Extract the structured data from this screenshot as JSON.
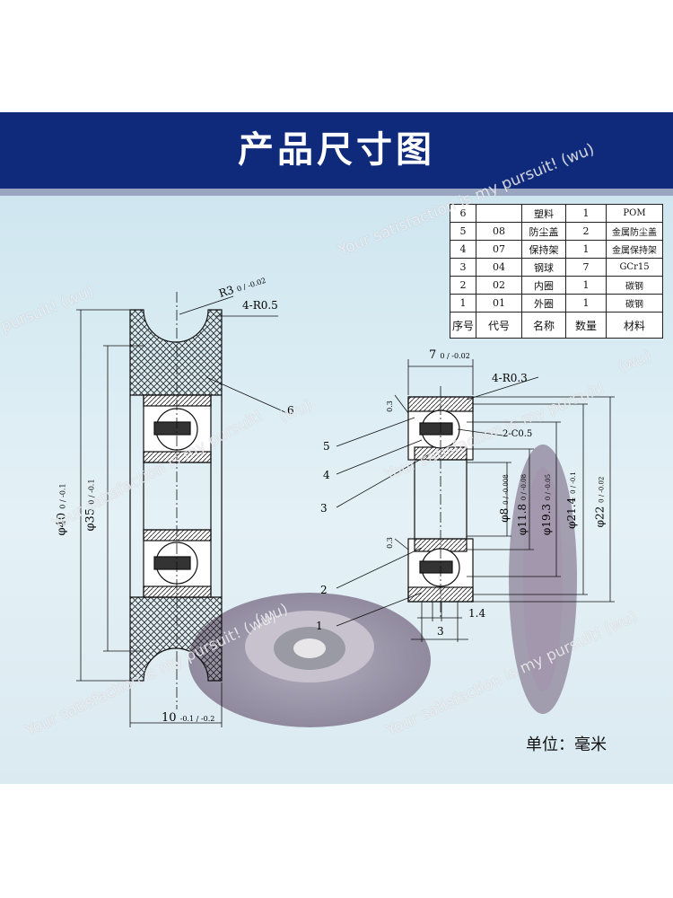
{
  "banner": {
    "title": "产品尺寸图"
  },
  "bom_table": {
    "rows": [
      {
        "seq": "6",
        "code": "",
        "name": "塑料",
        "qty": "1",
        "material": "POM"
      },
      {
        "seq": "5",
        "code": "08",
        "name": "防尘盖",
        "qty": "2",
        "material": "金属防尘盖"
      },
      {
        "seq": "4",
        "code": "07",
        "name": "保持架",
        "qty": "1",
        "material": "金属保持架"
      },
      {
        "seq": "3",
        "code": "04",
        "name": "钢球",
        "qty": "7",
        "material": "GCr15"
      },
      {
        "seq": "2",
        "code": "02",
        "name": "内圈",
        "qty": "1",
        "material": "碳钢"
      },
      {
        "seq": "1",
        "code": "01",
        "name": "外圈",
        "qty": "1",
        "material": "碳钢"
      }
    ],
    "header": {
      "seq": "序号",
      "code": "代号",
      "name": "名称",
      "qty": "数量",
      "material": "材料"
    }
  },
  "left_drawing": {
    "radius_label": "R3",
    "radius_tol": "0 / -0.02",
    "corner_label": "4-R0.5",
    "part_label": "6",
    "dia_outer": "φ40",
    "dia_outer_tol": "0 / -0.1",
    "dia_groove": "φ35",
    "dia_groove_tol": "0 / -0.1",
    "width": "10",
    "width_tol": "-0.1 / -0.2"
  },
  "right_drawing": {
    "width": "7",
    "width_tol": "0 / -0.02",
    "corner_label": "4-R0.3",
    "chamfer_label": "2-C0.5",
    "small_label_top": "0.3",
    "small_label_bottom": "0.3",
    "dia_bore": "φ8",
    "dia_bore_tol": "0 / -0.008",
    "dia_inner_ring": "φ11.8",
    "dia_inner_ring_tol": "0 / -0.08",
    "dia_outer_ring": "φ19.3",
    "dia_outer_ring_tol": "0 / -0.05",
    "dia_shoulder": "φ21.4",
    "dia_shoulder_tol": "0 / -0.1",
    "dia_outer": "φ22",
    "dia_outer_tol": "0 / -0.02",
    "dim_small": "1.4",
    "dim_3": "3",
    "leaders": [
      "5",
      "4",
      "3",
      "2",
      "1"
    ]
  },
  "unit_label": "单位：毫米",
  "watermarks": [
    "Your satisfaction is my pursuit!  (wu)",
    "pursuit!  (wu)",
    "Your satisfaction is my pursuit!",
    "Your satisfaction is my pursuit!",
    "Your satisfaction is my pursuit!  (wu)",
    "Your satisfaction is my pursuit!  (wu)",
    "(wu)",
    "(wu)",
    "(wu)"
  ],
  "colors": {
    "banner": "#0f2a7a",
    "wheel": "#8a7f96",
    "hatch": "#222222"
  }
}
